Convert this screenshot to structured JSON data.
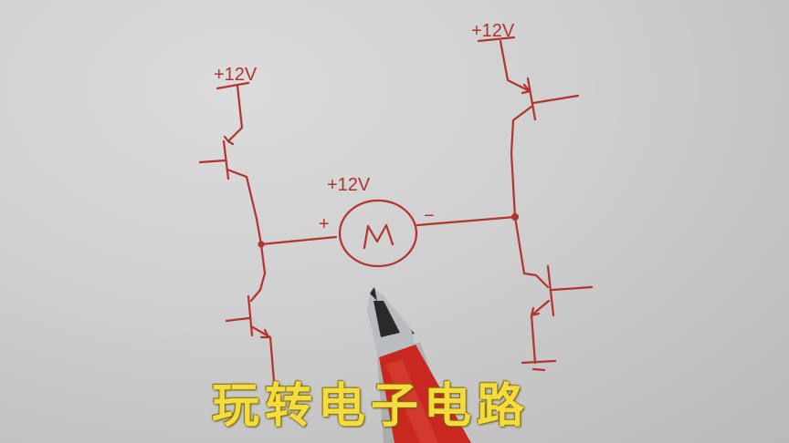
{
  "caption": {
    "text": "玩转电子电路",
    "color": "#f3dc3c"
  },
  "circuit": {
    "type": "H-bridge motor driver (hand-drawn)",
    "ink_color": "#b3332d",
    "supply_left": "+12V",
    "supply_right": "+12V",
    "motor_supply_label": "+12V",
    "motor_symbol": "M",
    "motor_plus": "+",
    "motor_minus": "−",
    "transistors": [
      {
        "position": "top-left",
        "type": "PNP"
      },
      {
        "position": "top-right",
        "type": "PNP"
      },
      {
        "position": "bottom-left",
        "type": "NPN"
      },
      {
        "position": "bottom-right",
        "type": "NPN"
      }
    ]
  },
  "pen": {
    "body_color": "#c8281f",
    "tip_color": "#2a2a2a"
  }
}
